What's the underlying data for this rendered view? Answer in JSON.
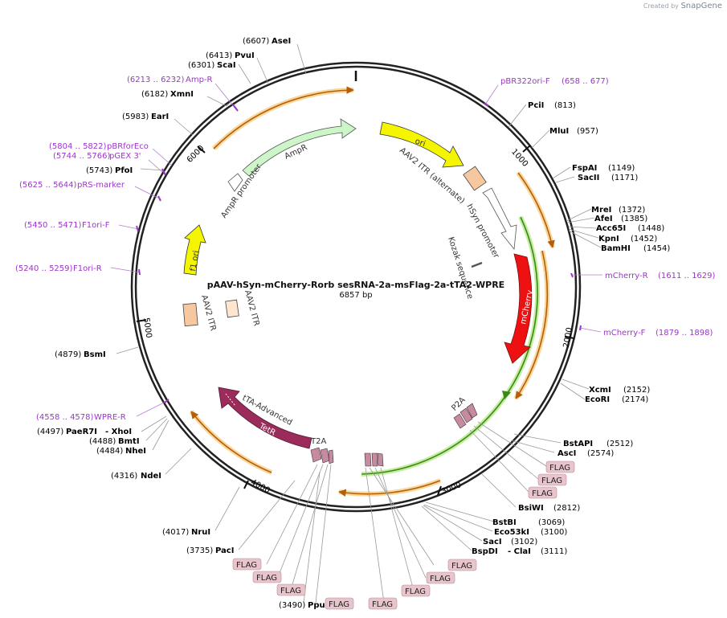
{
  "credit": {
    "prefix": "Created by",
    "brand": "SnapGene"
  },
  "plasmid": {
    "name": "pAAV-hSyn-mCherry-Rorb sesRNA-2a-msFlag-2a-tTA2-WPRE",
    "size": "6857 bp"
  },
  "ticks": [
    {
      "label": "1000"
    },
    {
      "label": "2000"
    },
    {
      "label": "3000"
    },
    {
      "label": "4000"
    },
    {
      "label": "5000"
    },
    {
      "label": "6000"
    }
  ],
  "sites": [
    {
      "name": "AseI",
      "pos": "(6607)"
    },
    {
      "name": "PvuI",
      "pos": "(6413)"
    },
    {
      "name": "ScaI",
      "pos": "(6301)"
    },
    {
      "name": "XmnI",
      "pos": "(6182)"
    },
    {
      "name": "EarI",
      "pos": "(5983)"
    },
    {
      "name": "PfoI",
      "pos": "(5743)"
    },
    {
      "name": "BsmI",
      "pos": "(4879)"
    },
    {
      "name": "PaeR7I",
      "pos": "(4497)"
    },
    {
      "name": "BmtI",
      "pos": "(4488)"
    },
    {
      "name": "NheI",
      "pos": "(4484)"
    },
    {
      "name": "NdeI",
      "pos": "(4316)"
    },
    {
      "name": "NruI",
      "pos": "(4017)"
    },
    {
      "name": "PacI",
      "pos": "(3735)"
    },
    {
      "name": "PpuMI",
      "pos": "(3490)"
    },
    {
      "name": "PciI",
      "pos": "(813)"
    },
    {
      "name": "MluI",
      "pos": "(957)"
    },
    {
      "name": "FspAI",
      "pos": "(1149)"
    },
    {
      "name": "SacII",
      "pos": "(1171)"
    },
    {
      "name": "MreI",
      "pos": "(1372)"
    },
    {
      "name": "AfeI",
      "pos": "(1385)"
    },
    {
      "name": "Acc65I",
      "pos": "(1448)"
    },
    {
      "name": "KpnI",
      "pos": "(1452)"
    },
    {
      "name": "BamHI",
      "pos": "(1454)"
    },
    {
      "name": "XcmI",
      "pos": "(2152)"
    },
    {
      "name": "EcoRI",
      "pos": "(2174)"
    },
    {
      "name": "BstAPI",
      "pos": "(2512)"
    },
    {
      "name": "AscI",
      "pos": "(2574)"
    },
    {
      "name": "BsiWI",
      "pos": "(2812)"
    },
    {
      "name": "BstBI",
      "pos": "(3069)"
    },
    {
      "name": "Eco53kI",
      "pos": "(3100)"
    },
    {
      "name": "SacI",
      "pos": "(3102)"
    },
    {
      "name": "BspDI",
      "pos": "(3111)"
    }
  ],
  "site_extra": {
    "xhoi": "- XhoI",
    "clai": "- ClaI"
  },
  "primers": [
    {
      "range": "(6213 .. 6232)",
      "name": "Amp-R"
    },
    {
      "range": "(5804 .. 5822)",
      "name": "pBRforEco"
    },
    {
      "range": "(5744 .. 5766)",
      "name": "pGEX 3'"
    },
    {
      "range": "(5625 .. 5644)",
      "name": "pRS-marker"
    },
    {
      "range": "(5450 .. 5471)",
      "name": "F1ori-F"
    },
    {
      "range": "(5240 .. 5259)",
      "name": "F1ori-R"
    },
    {
      "range": "(4558 .. 4578)",
      "name": "WPRE-R"
    },
    {
      "range": "(658 .. 677)",
      "name": "pBR322ori-F"
    },
    {
      "range": "(1611 .. 1629)",
      "name": "mCherry-R"
    },
    {
      "range": "(1879 .. 1898)",
      "name": "mCherry-F"
    }
  ],
  "features": {
    "ori": "ori",
    "ampr": "AmpR",
    "ampr_promoter": "AmpR promoter",
    "f1_ori": "f1 ori",
    "aav2_itr_left": "AAV2 ITR",
    "aav2_itr_right": "AAV2 ITR",
    "aav2_itr_alt": "AAV2 ITR (alternate)",
    "hsyn_promoter": "hSyn promoter",
    "kozak": "Kozak sequence",
    "mcherry": "mCherry",
    "p2a": "P2A",
    "t2a": "T2A",
    "tta": "tTA-Advanced",
    "tetr": "TetR"
  },
  "flags": [
    "FLAG",
    "FLAG",
    "FLAG",
    "FLAG",
    "FLAG",
    "FLAG",
    "FLAG",
    "FLAG",
    "FLAG",
    "FLAG",
    "FLAG"
  ],
  "colors": {
    "ori": "#f5f500",
    "ampr": "#ccf5c8",
    "mcherry": "#ee1111",
    "tta": "#9a2b5a",
    "itr": "#f7c8a0",
    "flag_box": "#e8c4cc",
    "primer": "#9a36c8",
    "orange_glow": "#f6c672",
    "green_glow": "#b8e88a"
  }
}
